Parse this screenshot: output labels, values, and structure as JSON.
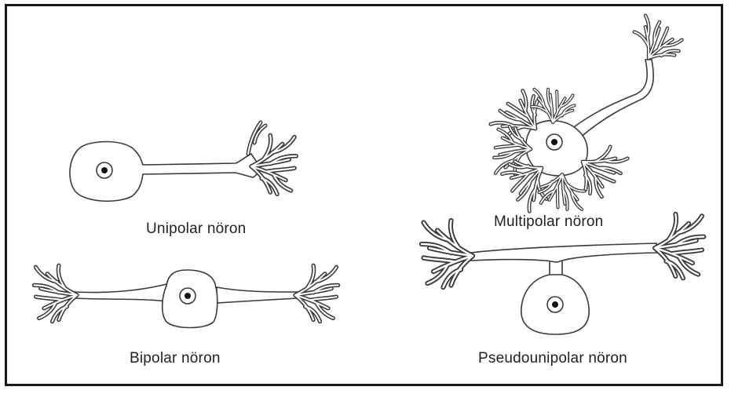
{
  "labels": {
    "unipolar": "Unipolar nöron",
    "multipolar": "Multipolar nöron",
    "bipolar": "Bipolar nöron",
    "pseudounipolar": "Pseudounipolar nöron"
  },
  "colors": {
    "stroke": "#3a3a3a",
    "dendrite_fill": "#8a8a8a",
    "frame": "#1a1a1a"
  }
}
